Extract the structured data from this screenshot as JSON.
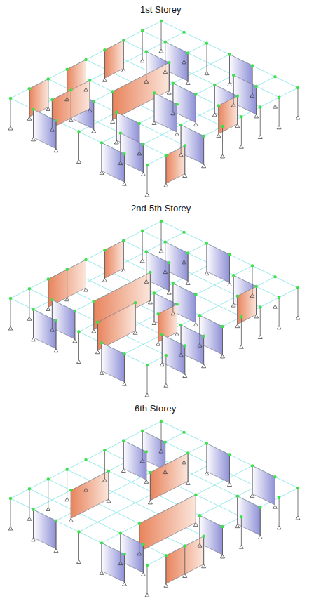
{
  "diagram": {
    "labels": [
      "1st Storey",
      "2nd-5th Storey",
      "6th Storey"
    ]
  }
}
